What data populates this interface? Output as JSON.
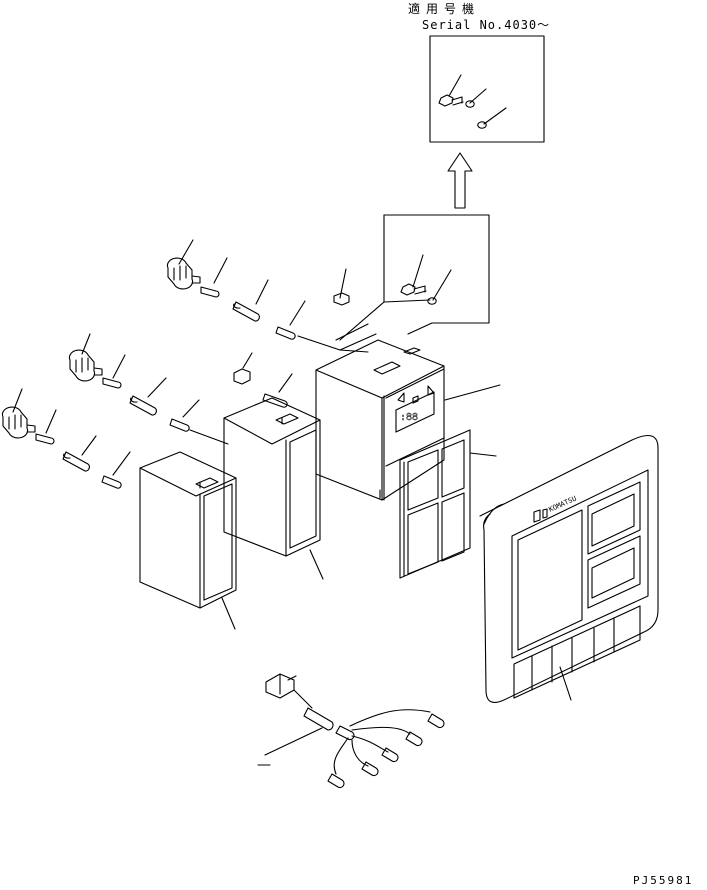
{
  "labels": {
    "applicable_unit": "適用号機",
    "serial": "Serial No.4030～",
    "drawing_code": "PJ55981"
  },
  "panel_text": {
    "brand": "KOMATSU"
  }
}
